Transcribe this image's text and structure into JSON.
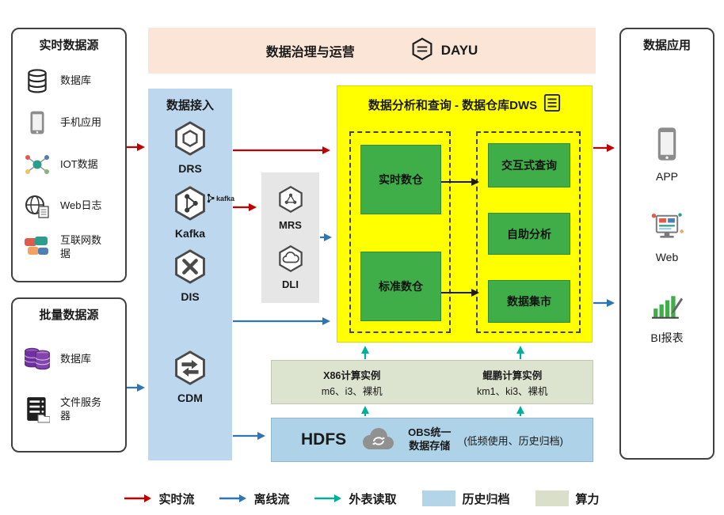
{
  "banner": {
    "title": "数据治理与运营",
    "logo_text": "DAYU"
  },
  "realtime_sources": {
    "title": "实时数据源",
    "items": [
      {
        "label": "数据库",
        "icon": "database-icon"
      },
      {
        "label": "手机应用",
        "icon": "mobile-icon"
      },
      {
        "label": "IOT数据",
        "icon": "iot-icon"
      },
      {
        "label": "Web日志",
        "icon": "web-log-icon"
      },
      {
        "label": "互联网数据",
        "icon": "internet-data-icon"
      }
    ]
  },
  "batch_sources": {
    "title": "批量数据源",
    "items": [
      {
        "label": "数据库",
        "icon": "batch-database-icon"
      },
      {
        "label": "文件服务器",
        "icon": "file-server-icon"
      }
    ]
  },
  "ingest": {
    "title": "数据接入",
    "services": [
      {
        "label": "DRS",
        "icon": "drs-icon"
      },
      {
        "label": "Kafka",
        "icon": "kafka-icon",
        "badge": "kafka"
      },
      {
        "label": "DIS",
        "icon": "dis-icon"
      },
      {
        "label": "CDM",
        "icon": "cdm-icon"
      }
    ]
  },
  "middle_services": {
    "services": [
      {
        "label": "MRS",
        "icon": "mrs-icon"
      },
      {
        "label": "DLI",
        "icon": "dli-icon"
      }
    ]
  },
  "dws": {
    "title": "数据分析和查询 - 数据仓库DWS",
    "warehouses": [
      "实时数仓",
      "标准数仓"
    ],
    "queries": [
      "交互式查询",
      "自助分析",
      "数据集市"
    ]
  },
  "compute": {
    "instances": [
      {
        "name": "X86计算实例",
        "specs": "m6、i3、裸机"
      },
      {
        "name": "鲲鹏计算实例",
        "specs": "km1、ki3、裸机"
      }
    ]
  },
  "storage": {
    "hdfs_label": "HDFS",
    "obs_line1": "OBS统一",
    "obs_line2": "数据存储",
    "note": "(低频使用、历史归档)"
  },
  "apps": {
    "title": "数据应用",
    "items": [
      {
        "label": "APP",
        "icon": "app-phone-icon"
      },
      {
        "label": "Web",
        "icon": "web-browser-icon"
      },
      {
        "label": "BI报表",
        "icon": "bi-report-icon"
      }
    ]
  },
  "legend": {
    "items": [
      {
        "label": "实时流",
        "type": "arrow",
        "color": "#C00000"
      },
      {
        "label": "离线流",
        "type": "arrow",
        "color": "#2E75B6"
      },
      {
        "label": "外表读取",
        "type": "arrow",
        "color": "#00AF9B"
      },
      {
        "label": "历史归档",
        "type": "swatch",
        "color": "#B4D5E8"
      },
      {
        "label": "算力",
        "type": "swatch",
        "color": "#D9DFC9"
      }
    ]
  },
  "colors": {
    "realtime_flow": "#C00000",
    "offline_flow": "#2E75B6",
    "external_read": "#00AF9B",
    "dws_fill": "#FFFF00",
    "warehouse_green": "#3FAE49",
    "ingest_fill": "#BDD7EE",
    "banner_fill": "#FBE5D6",
    "archive_fill": "#AED3E8",
    "compute_fill": "#DCE3CF"
  }
}
